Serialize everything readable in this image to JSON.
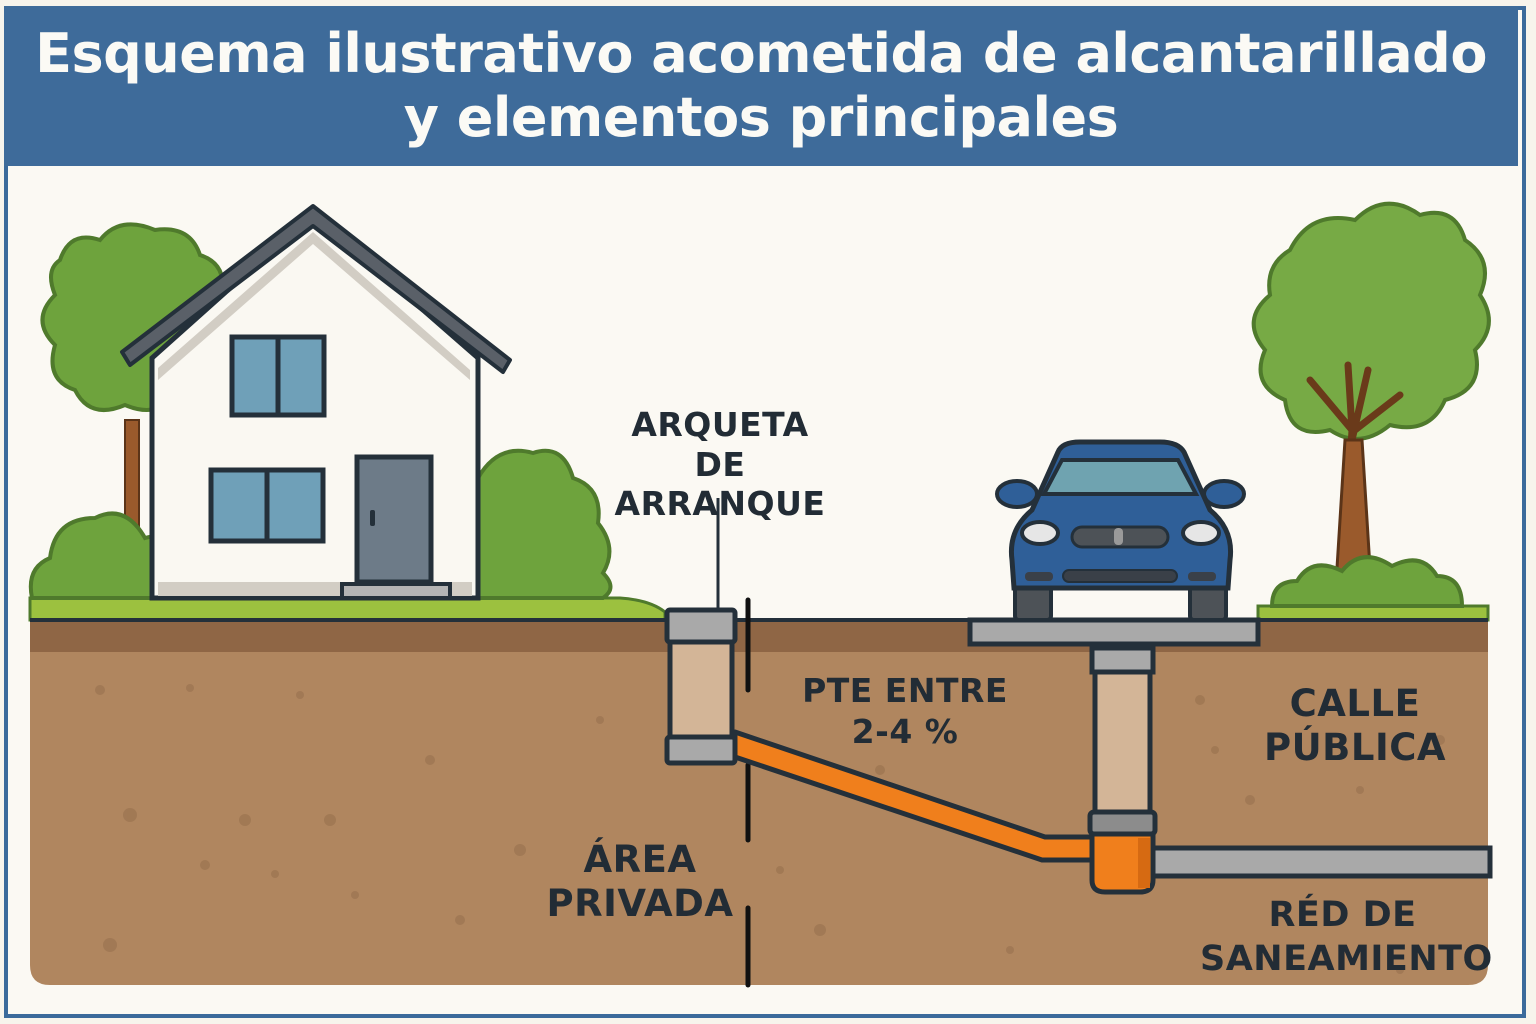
{
  "header": {
    "title_line1": "Esquema ilustrativo acometida de alcantarillado",
    "title_line2": "y elementos principales"
  },
  "labels": {
    "arqueta": {
      "line1": "ARQUETA",
      "line2": "DE ARRANQUE"
    },
    "pendiente": {
      "line1": "PTE ENTRE",
      "line2": "2-4 %"
    },
    "area_privada": {
      "line1": "ÁREA",
      "line2": "PRIVADA"
    },
    "calle_publica": {
      "line1": "CALLE",
      "line2": "PÚBLICA"
    },
    "red_saneamiento": {
      "line1": "RÉD DE",
      "line2": "SANEAMIENTO"
    }
  },
  "colors": {
    "title_bg": "#3e6b9a",
    "frame": "#3b6a9b",
    "soil": "#b0865f",
    "topsoil": "#8a6242",
    "grass": "#9cc13f",
    "pipe_orange": "#f07f1c",
    "pipe_grey": "#a9a9a9",
    "car_blue": "#2f5f98",
    "outline": "#24303a"
  }
}
